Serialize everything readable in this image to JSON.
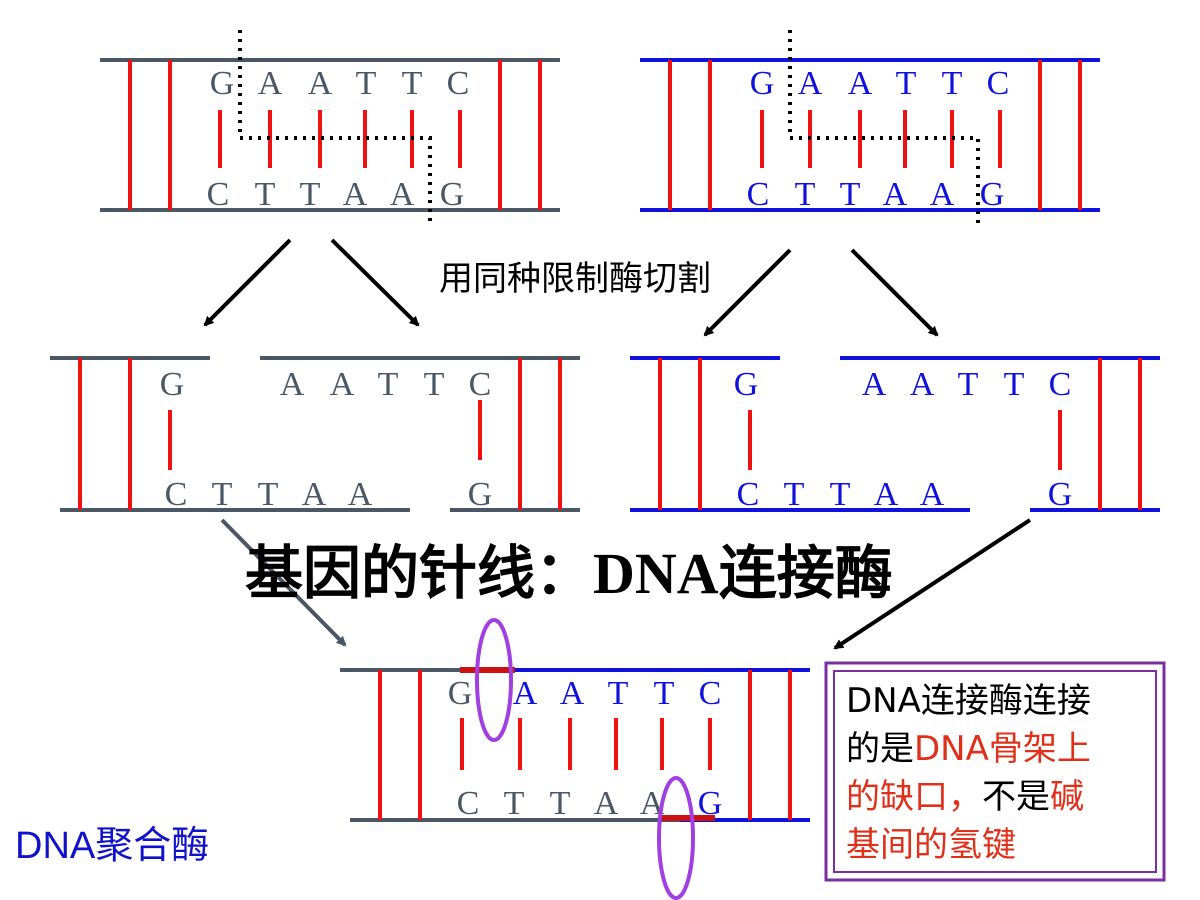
{
  "colors": {
    "gray": "#4a5866",
    "blue": "#1111dd",
    "red": "#ee1111",
    "purple": "#a040e0",
    "box_border": "#7a2fa0",
    "accent_text": "#e0301a",
    "black": "#000000",
    "left_label": "#1111cc"
  },
  "top_left": {
    "top_bases": [
      "G",
      "A",
      "A",
      "T",
      "T",
      "C"
    ],
    "bottom_bases": [
      "C",
      "T",
      "T",
      "A",
      "A",
      "G"
    ]
  },
  "top_right": {
    "top_bases": [
      "G",
      "A",
      "A",
      "T",
      "T",
      "C"
    ],
    "bottom_bases": [
      "C",
      "T",
      "T",
      "A",
      "A",
      "G"
    ]
  },
  "cut_label": "用同种限制酶切割",
  "mid_left": {
    "left_top": "G",
    "left_bottom": [
      "C",
      "T",
      "T",
      "A",
      "A"
    ],
    "right_top": [
      "A",
      "A",
      "T",
      "T",
      "C"
    ],
    "right_bottom": "G"
  },
  "mid_right": {
    "left_top": "G",
    "left_bottom": [
      "C",
      "T",
      "T",
      "A",
      "A"
    ],
    "right_top": [
      "A",
      "A",
      "T",
      "T",
      "C"
    ],
    "right_bottom": "G"
  },
  "title": {
    "prefix": "基因的针线：",
    "latin": "DNA",
    "suffix": "连接酶"
  },
  "bottom": {
    "top_bases": [
      "G",
      "A",
      "A",
      "T",
      "T",
      "C"
    ],
    "bottom_bases": [
      "C",
      "T",
      "T",
      "A",
      "A",
      "G"
    ]
  },
  "left_label": {
    "latin": "DNA",
    "cjk": "聚合酶"
  },
  "note": {
    "line1": "DNA连接酶连接",
    "line2_a": "的是",
    "line2_b": "DNA骨架上",
    "line3_a": "的缺口，",
    "line3_b": "不是",
    "line3_c": "碱",
    "line4": "基间的氢键"
  }
}
